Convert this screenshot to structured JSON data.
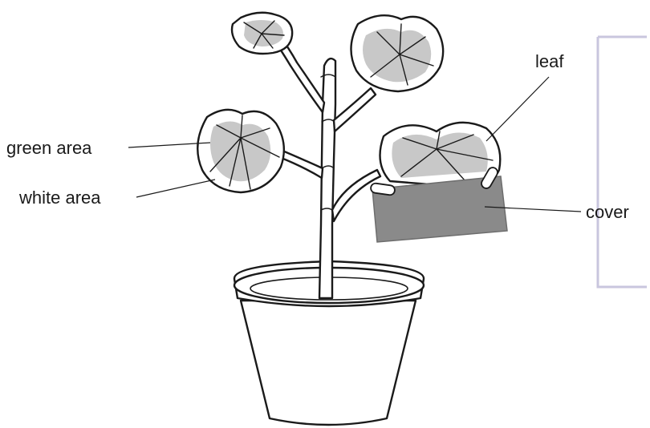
{
  "labels": {
    "green_area": "green area",
    "white_area": "white area",
    "leaf": "leaf",
    "cover": "cover"
  },
  "colors": {
    "cover": "#8a8a8a",
    "green_area": "#c8c8c8",
    "frame": "#c9c6de"
  }
}
